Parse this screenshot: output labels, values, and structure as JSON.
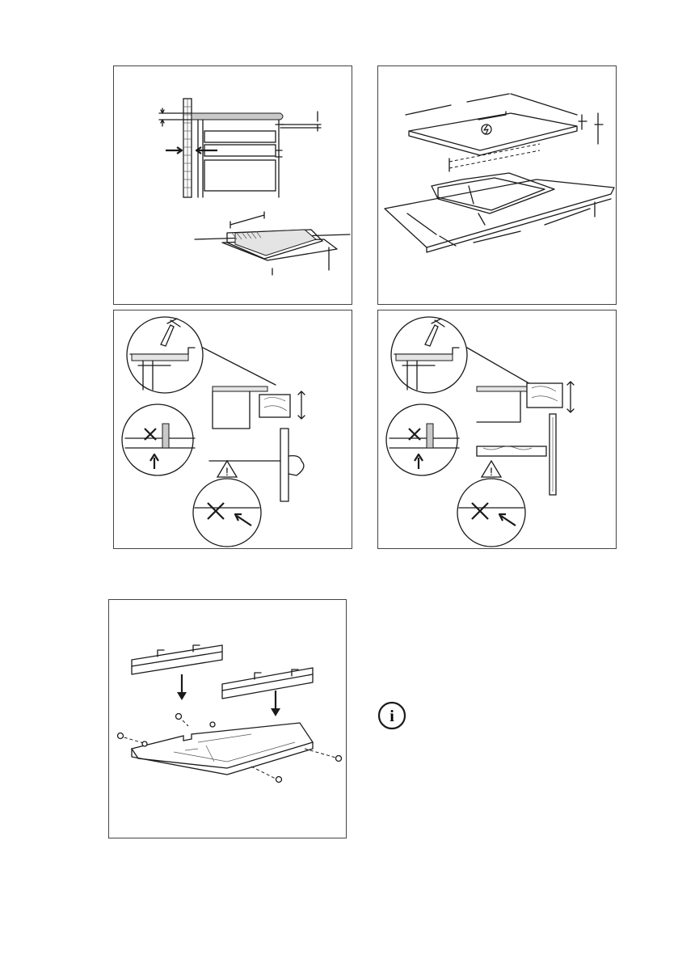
{
  "figures": [
    {
      "icon": "cabinet-clearance-diagram"
    },
    {
      "icon": "cutout-dimensions-diagram"
    },
    {
      "icon": "sealing-worktop-diagram"
    },
    {
      "icon": "sealing-worktop-alt-diagram"
    },
    {
      "icon": "mounting-brackets-diagram"
    }
  ],
  "info_icon": {
    "icon": "info-icon",
    "glyph": "i"
  },
  "warning_glyph": "!",
  "colors": {
    "line": "#1a1a1a",
    "border": "#444444",
    "fill_gray": "#c9c9c9"
  }
}
